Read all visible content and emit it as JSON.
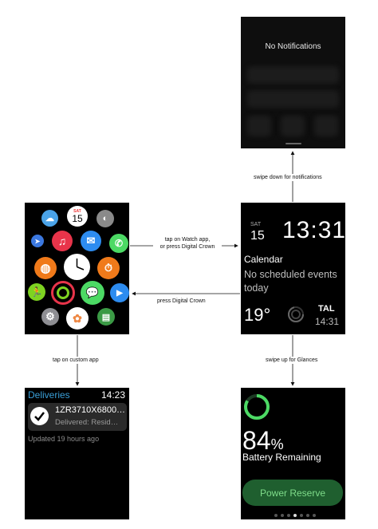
{
  "notifications_screen": {
    "title": "No Notifications"
  },
  "watch_face": {
    "day": "SAT",
    "date": "15",
    "time": "13:31",
    "calendar_title": "Calendar",
    "calendar_event": "No scheduled events today",
    "temperature": "19°",
    "city": "TAL",
    "city_time": "14:31"
  },
  "home_screen": {
    "calendar_icon_day": "SAT",
    "calendar_icon_date": "15",
    "apps": [
      "weather-icon",
      "calendar-icon",
      "photos-icon",
      "maps-icon",
      "music-icon",
      "mail-icon",
      "phone-icon",
      "world-clock-icon",
      "clock-icon",
      "timer-icon",
      "activity-icon",
      "workout-icon",
      "messages-icon",
      "remote-icon",
      "settings-icon",
      "photos-app-icon",
      "passbook-icon"
    ]
  },
  "deliveries_app": {
    "title": "Deliveries",
    "time": "14:23",
    "tracking_number": "1ZR3710X6800…",
    "status": "Delivered: Resid…",
    "updated": "Updated 19 hours ago"
  },
  "battery_glance": {
    "percent": "84",
    "percent_sign": "%",
    "label": "Battery Remaining",
    "button": "Power Reserve",
    "battery_level": 0.84,
    "pager_total": 7,
    "pager_active": 4
  },
  "transitions": {
    "swipe_down": "swipe down for notifications",
    "tap_watch_app_line1": "tap on Watch app,",
    "tap_watch_app_line2": "or press Digital Crown",
    "press_crown": "press Digital Crown",
    "tap_custom": "tap on custom app",
    "swipe_up": "swipe up for Glances"
  },
  "colors": {
    "accent_blue": "#3a9fd8",
    "green": "#4cd964",
    "background": "#000000"
  }
}
